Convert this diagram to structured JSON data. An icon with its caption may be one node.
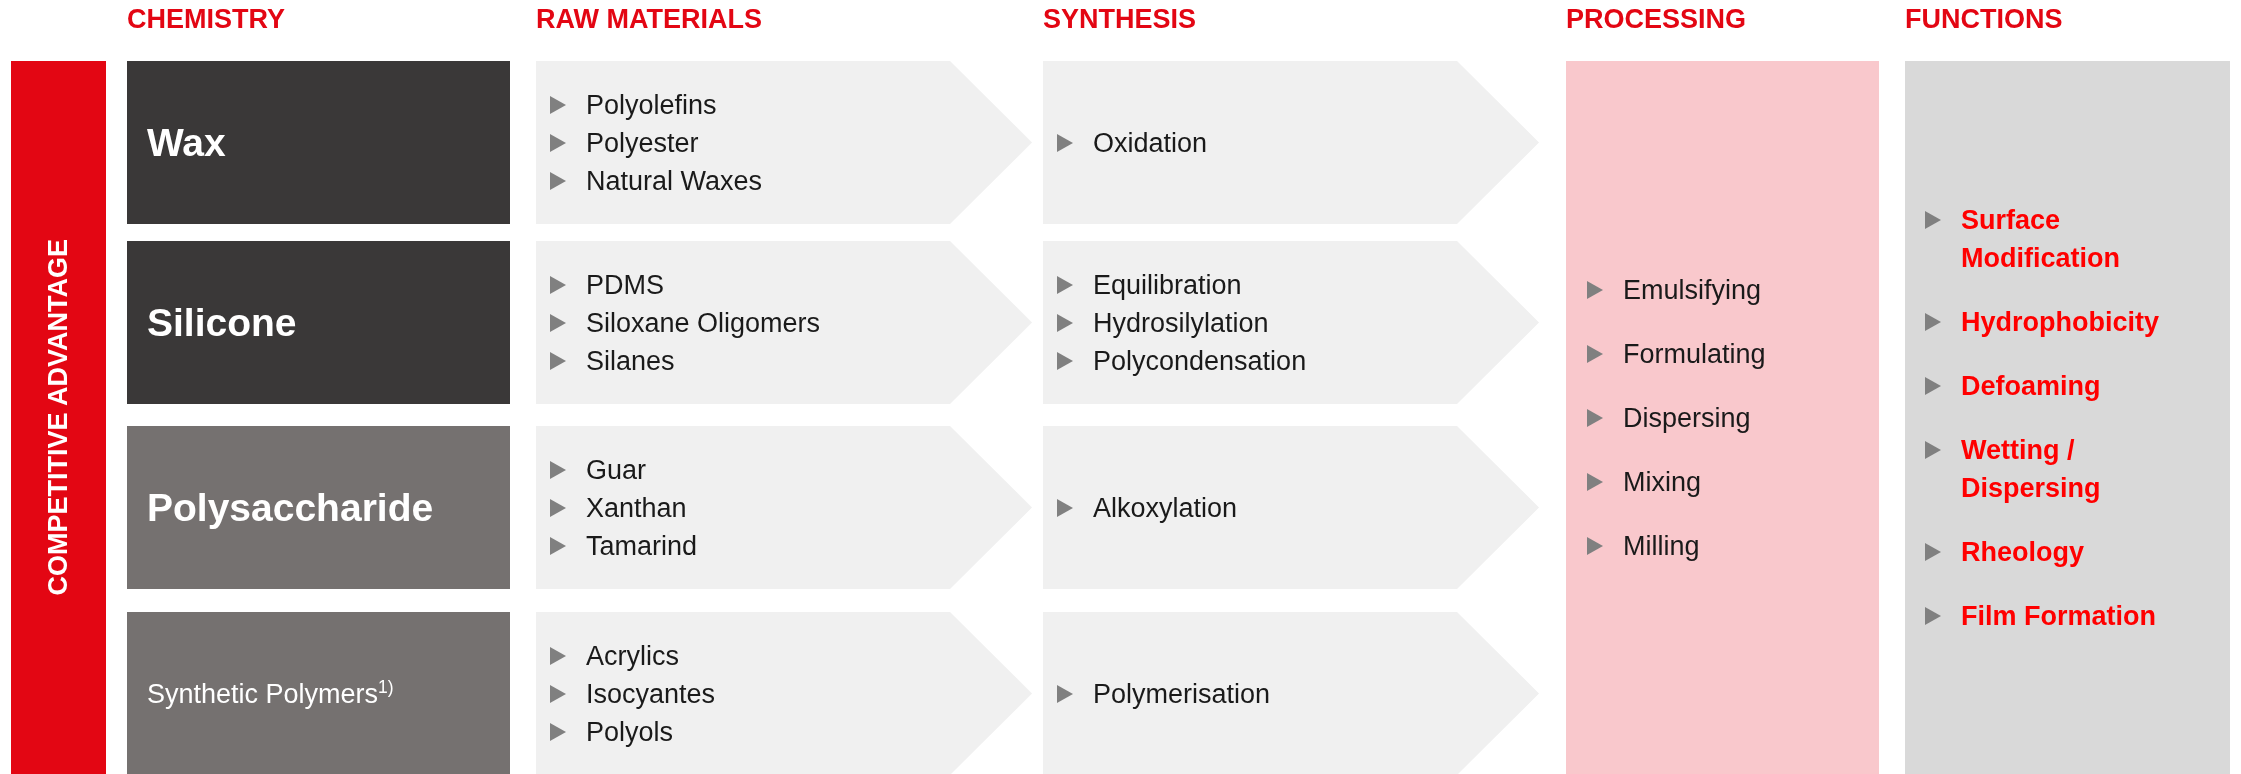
{
  "diagram": {
    "nodes": [
      {
        "text": [
          "COMPETITIVE ADVANTAGE"
        ]
      },
      {
        "text": [
          "Wax"
        ]
      },
      {
        "text": [
          "Silicone"
        ]
      },
      {
        "text": [
          "Polysaccharide"
        ]
      },
      {
        "text": [
          "Synthetic Polymers$^{1)}$"
        ]
      },
      {
        "text": [
          "Polyolefins",
          "Polyester",
          "Natural Waxes"
        ]
      },
      {
        "text": [
          "PDMS",
          "Siloxane Oligomers",
          "Silanes"
        ]
      },
      {
        "text": [
          "Guar",
          "Xanthan",
          "Tamarind"
        ]
      },
      {
        "text": [
          "Acrylics",
          "Isocyantes",
          "Polyols"
        ]
      },
      {
        "text": [
          "Oxidation"
        ]
      },
      {
        "text": [
          "Equilibration",
          "Hydrosilylation",
          "Polycondensation"
        ]
      },
      {
        "text": [
          "Alkoxylation"
        ]
      },
      {
        "text": [
          "Polymerisation"
        ]
      },
      {
        "text": [
          "Emulsifying",
          "Formulating",
          "Dispersing",
          "Mixing",
          "Milling"
        ]
      },
      {
        "text": [
          "Surface Modification",
          "Hydrophobicity",
          "Defoaming",
          "Wetting / Dispersing",
          "Rheology",
          "Film Formation"
        ]
      }
    ],
    "labels": [
      "CHEMISTRY",
      "RAW MATERIALS",
      "SYNTHESIS",
      "PROCESSING",
      "FUNCTIONS"
    ]
  }
}
